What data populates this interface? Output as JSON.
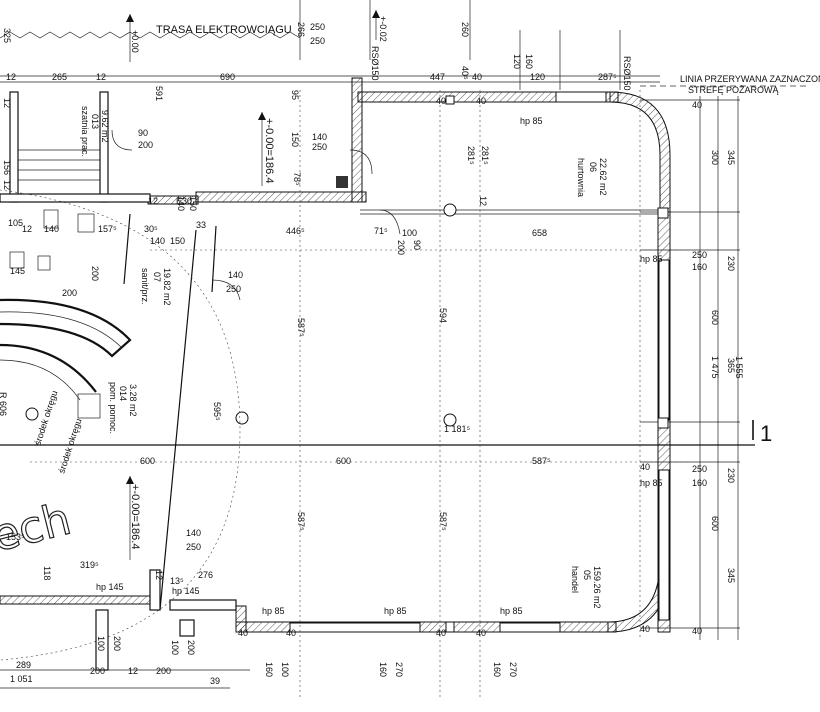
{
  "section_marker": "1",
  "stamp": "ech",
  "fire_zone_note": {
    "line1": "LINIA PRZERYWANA ZAZNACZONO",
    "line2": "STREFĘ POŻAROWĄ"
  },
  "labels": {
    "trasa": "TRASA ELEKTROWCIĄGU",
    "srodek": "środek okręgu",
    "radius": "R 606",
    "rs1": "RSØ150",
    "rs2": "RSØ150"
  },
  "levels": {
    "top_left": "+0.00",
    "top_mid": "+-0.02",
    "mid": "+-0.00=186.4",
    "bottom": "+-0.00=186.4"
  },
  "rooms": {
    "hurtownia": {
      "name": "hurtownia",
      "number": "06",
      "area": "22.62 m2"
    },
    "handel": {
      "name": "handel",
      "number": "05",
      "area": "159.26 m2"
    },
    "sanit": {
      "name": "sanit/prz.",
      "number": "07",
      "area": "19.82 m2"
    },
    "pom": {
      "name": "pom. pomoc.",
      "number": "014",
      "area": "3.28 m2"
    },
    "szatnia": {
      "name": "szatnia prac.",
      "number": "013",
      "area": "9.62 m2"
    }
  },
  "dims": {
    "d250a": "250",
    "d250b": "250",
    "d12a": "12",
    "d265": "265",
    "d12b": "12",
    "d690": "690",
    "d447": "447",
    "d40a": "40",
    "d120a": "120",
    "d287": "287⁵",
    "hp85a": "hp 85",
    "d140a": "140",
    "d250c": "250",
    "d90a": "90",
    "d200a": "200",
    "d12c": "12",
    "d140b": "140",
    "d157": "157⁵",
    "d30": "30⁵",
    "d33": "33",
    "d446": "446⁵",
    "d71": "71⁵",
    "d100a": "100",
    "d658": "658",
    "d140c": "140",
    "d150a": "150",
    "d140d": "140",
    "d250d": "250",
    "d600a": "600",
    "d600b": "600",
    "d587a": "587⁵",
    "d140e": "140",
    "d250e": "250",
    "d319": "319⁵",
    "d276": "276",
    "hp145a": "hp 145",
    "hp145b": "hp 145",
    "hp85b": "hp 85",
    "hp85c": "hp 85",
    "hp85d": "hp 85",
    "d289": "289",
    "d200b": "200",
    "d12d": "12",
    "d200c": "200",
    "d1051": "1 051",
    "d39": "39",
    "d153": "153⁵",
    "d135": "13⁵",
    "d40b": "40",
    "d40c": "40",
    "d40d": "40",
    "d40e": "40",
    "d40f": "40",
    "d40g": "40",
    "d40h": "40",
    "d250f": "250",
    "d160a": "160",
    "d250g": "250",
    "d160b": "160",
    "d40i": "40",
    "hp85e": "hp 85",
    "hp85f": "hp 85",
    "d1181": "1 181⁵",
    "d200d": "200",
    "d105": "105",
    "d145": "145",
    "d40j": "40",
    "d40k": "40",
    "d30b": "E30",
    "d12e": "12",
    "v325": "325",
    "v266": "266",
    "v260": "260",
    "v120": "120",
    "v160a": "160",
    "v40": "40⁵",
    "v591": "591",
    "v95": "95",
    "v150": "150",
    "v78": "78⁵",
    "v281a": "281⁵",
    "v281b": "281⁵",
    "v12": "12",
    "v300": "300",
    "v345a": "345",
    "v230a": "230",
    "v600a": "600",
    "v365": "365",
    "v1475": "1 475",
    "v1555": "1 555",
    "v230b": "230",
    "v600b": "600",
    "v345b": "345",
    "v587a": "587⁵",
    "v594": "594",
    "v587b": "587⁵",
    "v587c": "587⁵",
    "v595": "595⁵",
    "v90": "90",
    "v200a": "200",
    "v200b": "200",
    "v156": "156",
    "v12a": "12",
    "v12b": "12",
    "v118": "118",
    "v12c": "12",
    "v160b": "160",
    "v100a": "100",
    "v160c": "160",
    "v270a": "270",
    "v160d": "160",
    "v270b": "270",
    "v100b": "100",
    "v200c": "200",
    "v100c": "100",
    "v200d": "200",
    "v140": "140",
    "v150b": "150"
  }
}
